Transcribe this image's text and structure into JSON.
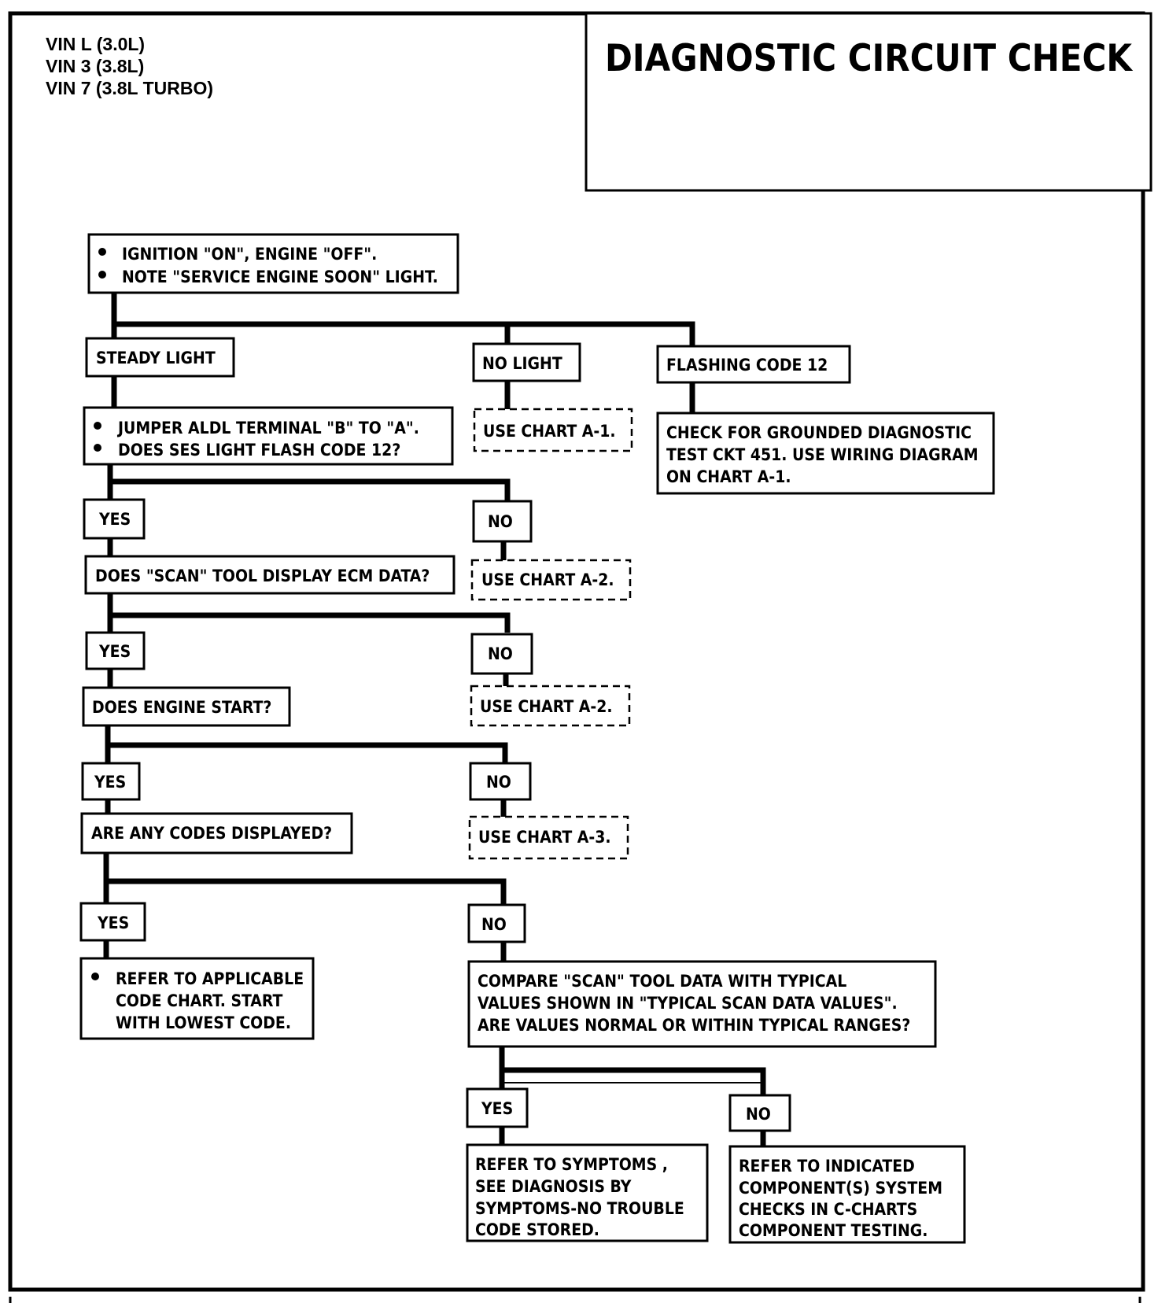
{
  "header": {
    "vin_lines": [
      "VIN L (3.0L)",
      "VIN 3 (3.8L)",
      "VIN 7 (3.8L TURBO)"
    ],
    "title": "DIAGNOSTIC CIRCUIT CHECK"
  },
  "flow": {
    "start": {
      "lines": [
        "IGNITION \"ON\", ENGINE  \"OFF\".",
        "NOTE \"SERVICE ENGINE SOON\" LIGHT."
      ]
    },
    "steady_light": "STEADY LIGHT",
    "no_light": "NO LIGHT",
    "flashing_code": "FLASHING CODE 12",
    "use_chart_a1": "USE CHART A-1.",
    "check_grounded": {
      "lines": [
        "CHECK FOR GROUNDED DIAGNOSTIC",
        "TEST CKT 451.  USE WIRING DIAGRAM",
        "ON CHART A-1."
      ]
    },
    "jumper": {
      "lines": [
        "JUMPER  ALDL TERMINAL \"B\" TO \"A\".",
        "DOES SES LIGHT FLASH CODE 12?"
      ]
    },
    "yes_1": "YES",
    "no_1": "NO",
    "scan_q": "DOES \"SCAN\" TOOL DISPLAY ECM DATA?",
    "use_chart_a2_1": "USE CHART A-2.",
    "yes_2": "YES",
    "no_2": "NO",
    "start_q": "DOES ENGINE START?",
    "use_chart_a2_2": "USE CHART A-2.",
    "yes_3": "YES",
    "no_3": "NO",
    "codes_q": "ARE ANY CODES DISPLAYED?",
    "use_chart_a3": "USE CHART A-3.",
    "yes_4": "YES",
    "no_4": "NO",
    "refer_code_chart": {
      "lines": [
        "REFER TO APPLICABLE",
        "CODE CHART.  START",
        "WITH LOWEST CODE."
      ]
    },
    "compare_scan": {
      "lines": [
        "COMPARE \"SCAN\" TOOL DATA WITH TYPICAL",
        "VALUES SHOWN  IN \"TYPICAL SCAN DATA VALUES\".",
        "ARE VALUES  NORMAL OR WITHIN TYPICAL RANGES?"
      ]
    },
    "yes_5": "YES",
    "no_5": "NO",
    "refer_symptoms": {
      "lines": [
        "REFER TO SYMPTOMS ,",
        "SEE DIAGNOSIS BY",
        "SYMPTOMS-NO TROUBLE",
        "CODE STORED."
      ]
    },
    "refer_component": {
      "lines": [
        "REFER TO INDICATED",
        "COMPONENT(S) SYSTEM",
        "CHECKS IN C-CHARTS",
        "COMPONENT TESTING."
      ]
    }
  }
}
